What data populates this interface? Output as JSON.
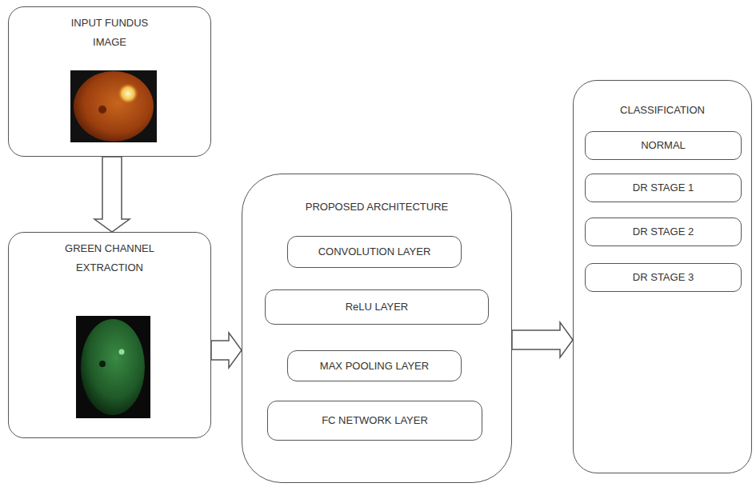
{
  "diagram": {
    "nodes": [
      {
        "text": [
          "INPUT FUNDUS IMAGE"
        ]
      },
      {
        "text": [
          "GREEN CHANNEL EXTRACTION"
        ]
      },
      {
        "text": [
          "PROPOSED ARCHITECTURE"
        ]
      },
      {
        "text": [
          "CONVOLUTION LAYER"
        ],
        "in": 2
      },
      {
        "text": [
          "ReLU LAYER"
        ],
        "in": 2
      },
      {
        "text": [
          "MAX POOLING LAYER"
        ],
        "in": 2
      },
      {
        "text": [
          "FC NETWORK LAYER"
        ],
        "in": 2
      },
      {
        "text": [
          "CLASSIFICATION"
        ]
      },
      {
        "text": [
          "NORMAL"
        ],
        "in": 7
      },
      {
        "text": [
          "DR STAGE 1"
        ],
        "in": 7
      },
      {
        "text": [
          "DR STAGE 2"
        ],
        "in": 7
      },
      {
        "text": [
          "DR STAGE 3"
        ],
        "in": 7
      }
    ],
    "edges": [
      {
        "from": 0,
        "to": 1,
        "arrow": "to"
      },
      {
        "from": 1,
        "to": 2,
        "arrow": "to"
      },
      {
        "from": 2,
        "to": 7,
        "arrow": "to"
      }
    ]
  }
}
